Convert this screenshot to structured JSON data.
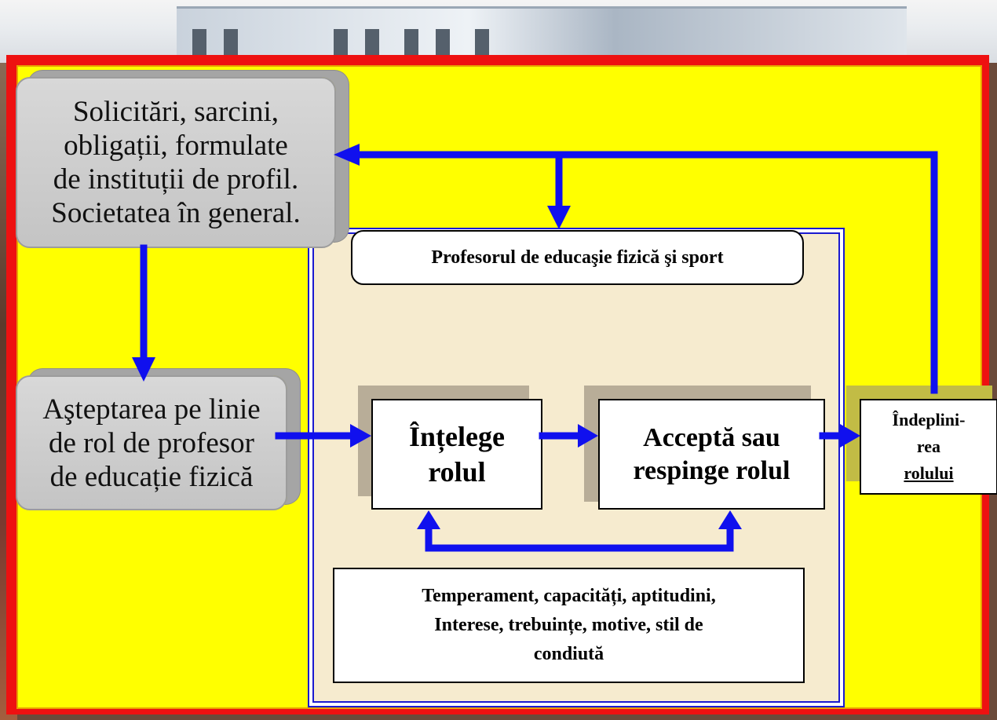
{
  "diagram": {
    "source_box": "Solicitări, sarcini,\nobligații, formulate\nde instituții de profil.\nSocietatea în general.",
    "expectation_box": "Aşteptarea pe linie\nde rol de profesor\nde educație fizică",
    "teacher_title": "Profesorul de educaşie fizică şi sport",
    "understands_box": "Înțelege\nrolul",
    "accepts_box": "Acceptă sau\nrespinge rolul",
    "fulfillment": {
      "line1": "Îndeplini-",
      "line2": "rea",
      "line3": "rolului"
    },
    "traits_box": "Temperament, capacități, aptitudini,\nInterese, trebuințe, motive, stil de\ncondiută"
  },
  "colors": {
    "panel_bg": "#ffff00",
    "panel_border": "#ee1111",
    "arrow": "#1010ee",
    "box_grey": "#c8c8c8",
    "center_bg": "#f6ebcf"
  }
}
